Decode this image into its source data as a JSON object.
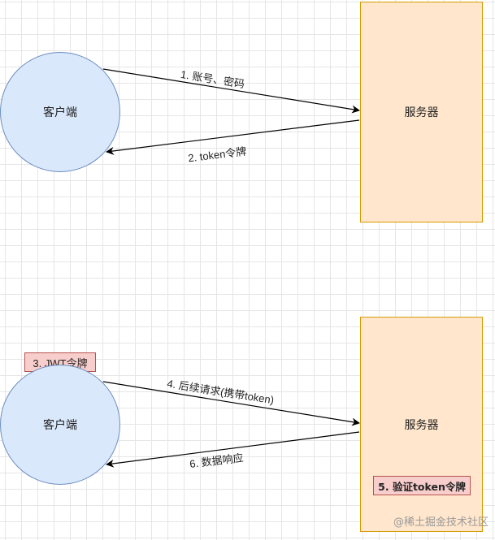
{
  "top": {
    "client": "客户端",
    "server": "服务器",
    "edge1": "1. 账号、密码",
    "edge2": "2. token令牌"
  },
  "bottom": {
    "client": "客户端",
    "server": "服务器",
    "jwt_tag": "3. JWT令牌",
    "edge4": "4. 后续请求(携带token)",
    "edge6": "6. 数据响应",
    "verify_tag": "5. 验证token令牌"
  },
  "watermark": "@稀土掘金技术社区",
  "colors": {
    "client_fill": "#dae8fc",
    "client_stroke": "#6c8ebf",
    "server_fill": "#ffe6cc",
    "server_stroke": "#d79b00",
    "tag_fill": "#f8cecc",
    "tag_stroke": "#b85450"
  }
}
